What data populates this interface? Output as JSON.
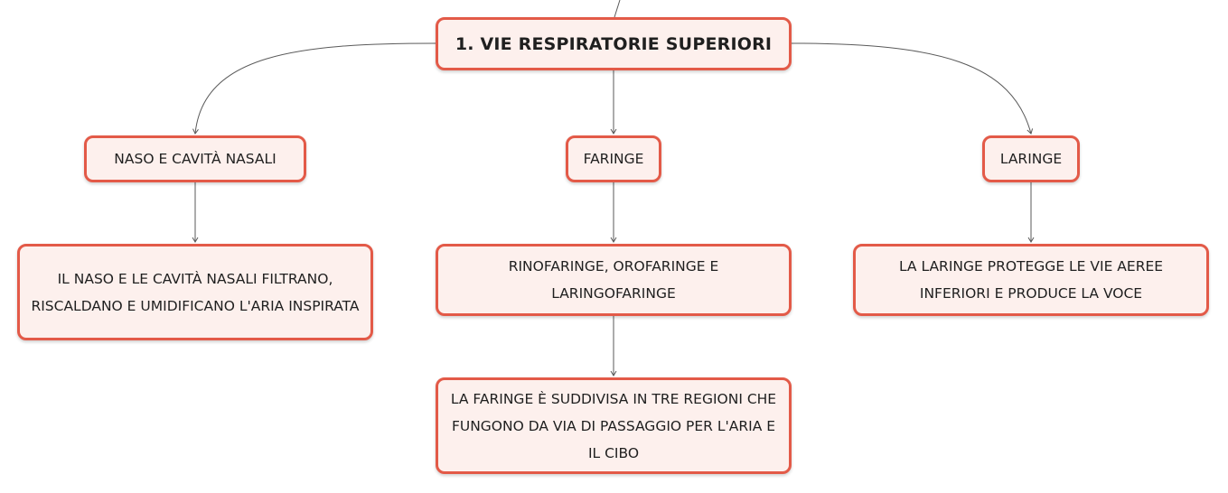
{
  "diagram": {
    "root": {
      "label": "1. VIE RESPIRATORIE SUPERIORI"
    },
    "branches": [
      {
        "label": "NASO E CAVITÀ NASALI",
        "details": [
          "IL NASO E LE CAVITÀ NASALI FILTRANO, RISCALDANO E UMIDIFICANO L'ARIA INSPIRATA"
        ]
      },
      {
        "label": "FARINGE",
        "details": [
          "RINOFARINGE, OROFARINGE E LARINGOFARINGE",
          "LA FARINGE È SUDDIVISA IN TRE REGIONI CHE FUNGONO DA VIA DI PASSAGGIO PER L'ARIA E IL CIBO"
        ]
      },
      {
        "label": "LARINGE",
        "details": [
          "LA LARINGE PROTEGGE LE VIE AEREE INFERIORI E PRODUCE LA VOCE"
        ]
      }
    ],
    "colors": {
      "node_border": "#e35a48",
      "node_fill": "#fdf0ed",
      "connector": "#5a5a5a",
      "text": "#1f1f1f"
    }
  }
}
